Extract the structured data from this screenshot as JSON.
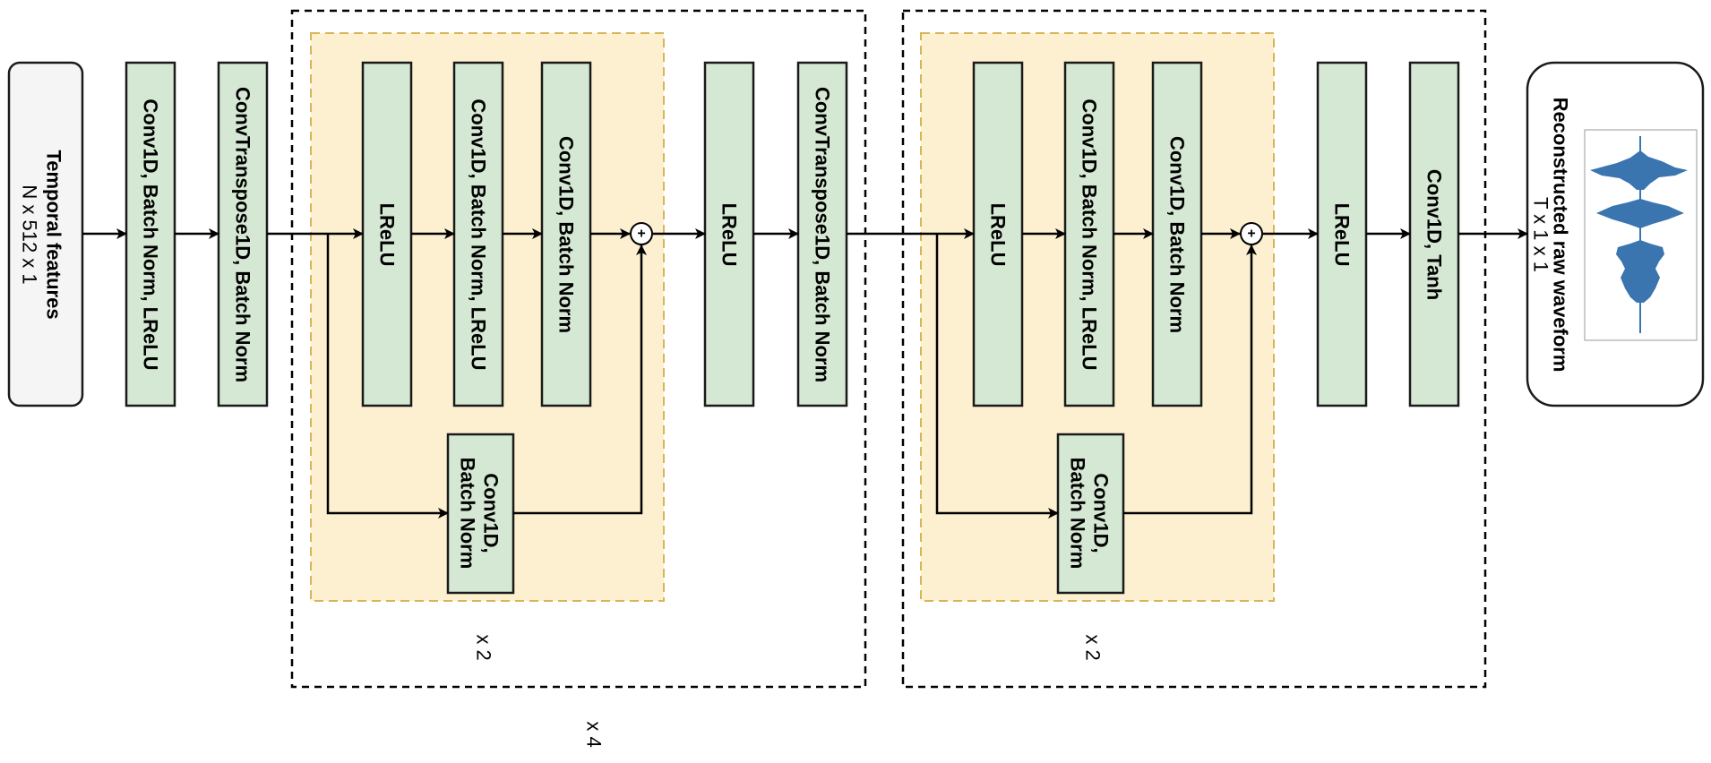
{
  "input": {
    "title": "Temporal features",
    "shape": "N x 512 x 1"
  },
  "output": {
    "title": "Reconstructed raw waveform",
    "shape": "T x 1 x 1"
  },
  "stem": {
    "conv": "Conv1D, Batch Norm, LReLU",
    "up": "ConvTranspose1D, Batch Norm"
  },
  "stage1": {
    "res": {
      "lrelu": "LReLU",
      "conv1": "Conv1D, Batch Norm, LReLU",
      "conv2": "Conv1D, Batch Norm",
      "skip_line1": "Conv1D,",
      "skip_line2": "Batch Norm",
      "sum": "+",
      "repeat": "x 2"
    },
    "lrelu": "LReLU",
    "up": "ConvTranspose1D, Batch Norm"
  },
  "stage2": {
    "res": {
      "lrelu": "LReLU",
      "conv1": "Conv1D, Batch Norm, LReLU",
      "conv2": "Conv1D, Batch Norm",
      "skip_line1": "Conv1D,",
      "skip_line2": "Batch Norm",
      "sum": "+",
      "repeat": "x 2"
    },
    "lrelu": "LReLU",
    "final": "Conv1D, Tanh"
  },
  "outer_repeat": "x 4",
  "colors": {
    "layer_fill": "#d5e8d4",
    "resblock_fill": "#fcf0d0",
    "resblock_border": "#d6b656",
    "io_fill": "#f5f5f5",
    "waveform": "#3a75b0"
  },
  "icons": {
    "sum": "circled-plus-icon",
    "waveform": "waveform-icon"
  }
}
